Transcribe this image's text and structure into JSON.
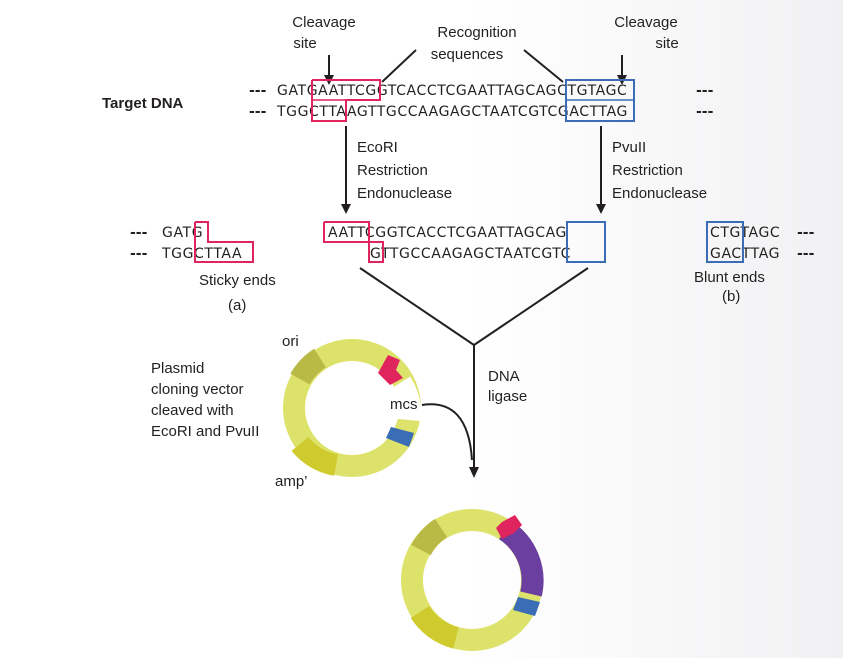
{
  "labels": {
    "cleavage_site_left_1": "Cleavage",
    "cleavage_site_left_2": "site",
    "recognition_1": "Recognition",
    "recognition_2": "sequences",
    "cleavage_site_right_1": "Cleavage",
    "cleavage_site_right_2": "site",
    "target_dna": "Target DNA",
    "ecori_1": "EcoRI",
    "ecori_2": "Restriction",
    "ecori_3": "Endonuclease",
    "pvuii_1": "PvuII",
    "pvuii_2": "Restriction",
    "pvuii_3": "Endonuclease",
    "sticky_ends": "Sticky ends",
    "sticky_tag": "(a)",
    "blunt_ends": "Blunt ends",
    "blunt_tag": "(b)",
    "plasmid_1": "Plasmid",
    "plasmid_2": "cloning vector",
    "plasmid_3": "cleaved with",
    "plasmid_4": "EcoRI and PvuII",
    "ori": "ori",
    "mcs": "mcs",
    "amp": "amp’",
    "dna_ligase_1": "DNA",
    "dna_ligase_2": "ligase"
  },
  "sequences": {
    "dash": "---",
    "top_full": "GATGAATTCGGTCACCTCGAATTAGCAGCTGTAGC",
    "bottom_full": "TGGCTTAAGTTGCCAAGAGCTAATCGTCGACTTAG",
    "left_top": "GATG",
    "left_bottom": "TGGCTTAA",
    "mid_top": "AATTCGGTCACCTCGAATTAGCAG",
    "mid_bottom": "GTTGCCAAGAGCTAATCGTC",
    "right_top": "CTGTAGC",
    "right_bottom": "GACTTAG"
  },
  "colors": {
    "ecori_box": "#e0245e",
    "pvuii_box": "#3a6db5",
    "plasmid_ring": "#dde26a",
    "ori_segment": "#b9b946",
    "amp_segment": "#cfcb2e",
    "insert": "#6b3fa0",
    "text": "#231f20"
  }
}
